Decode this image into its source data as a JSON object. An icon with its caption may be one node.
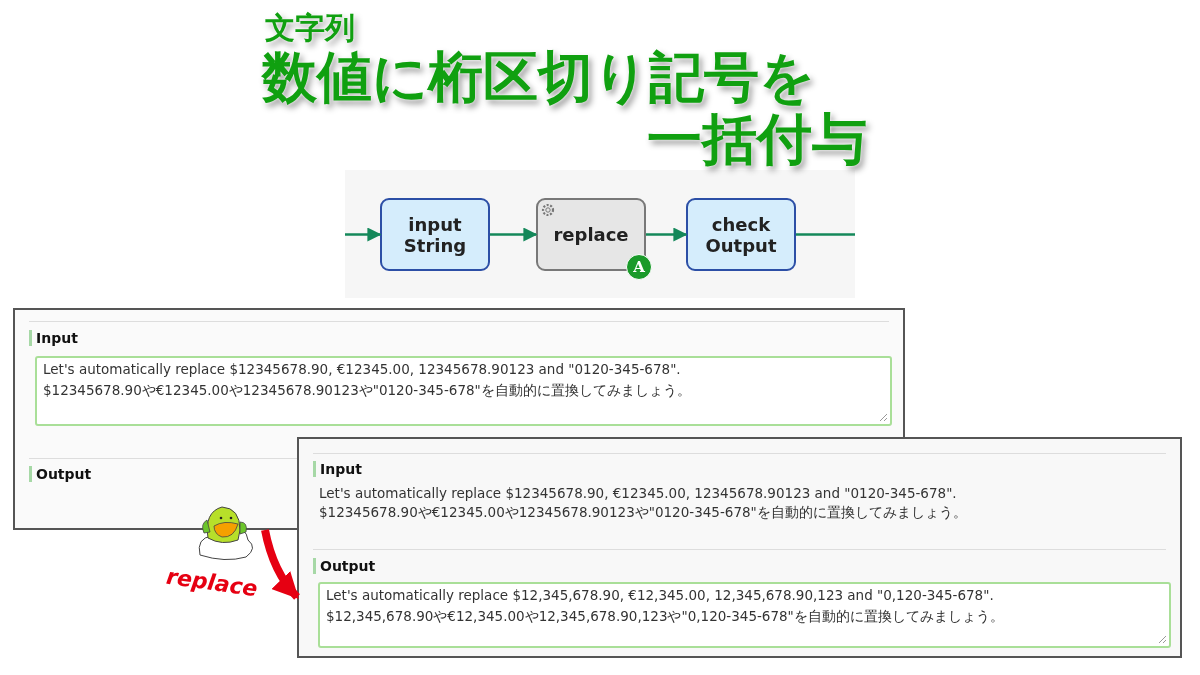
{
  "diagram": {
    "title": "数値に桁区切り記号を一括付与",
    "nodes": [
      {
        "text": [
          "input String"
        ]
      },
      {
        "text": [
          "replace"
        ]
      },
      {
        "text": [
          "check Output"
        ]
      },
      {
        "text": [
          "Input",
          "Output"
        ]
      },
      {
        "text": [
          "Let's automatically replace $12345678.90, €12345.00, 12345678.90123 and \"0120-345-678\".",
          "$12345678.90や€12345.00や12345678.90123や\"0120-345-678\"を自動的に置換してみましょう。"
        ],
        "in": 3
      },
      {
        "text": [
          "Input",
          "Let's automatically replace $12345678.90, €12345.00, 12345678.90123 and \"0120-345-678\".",
          "$12345678.90や€12345.00や12345678.90123や\"0120-345-678\"を自動的に置換してみましょう。",
          "Output"
        ]
      },
      {
        "text": [
          "Let's automatically replace $12,345,678.90, €12,345.00, 12,345,678.90,123 and \"0,120-345-678\".",
          "$12,345,678.90や€12,345.00や12,345,678.90,123や\"0,120-345-678\"を自動的に置換してみましょう。"
        ],
        "in": 5
      }
    ],
    "edges": [
      {
        "from": null,
        "to": 0,
        "arrow": "to"
      },
      {
        "from": 0,
        "to": 1,
        "arrow": "to"
      },
      {
        "from": 1,
        "to": 2,
        "arrow": "to"
      },
      {
        "from": 2,
        "to": null,
        "arrow": "none"
      },
      {
        "from": 3,
        "to": 5,
        "arrow": "to",
        "label": "replace",
        "style": "thick",
        "color": "#e60012"
      }
    ],
    "labels": [
      "文字列",
      "A"
    ]
  }
}
